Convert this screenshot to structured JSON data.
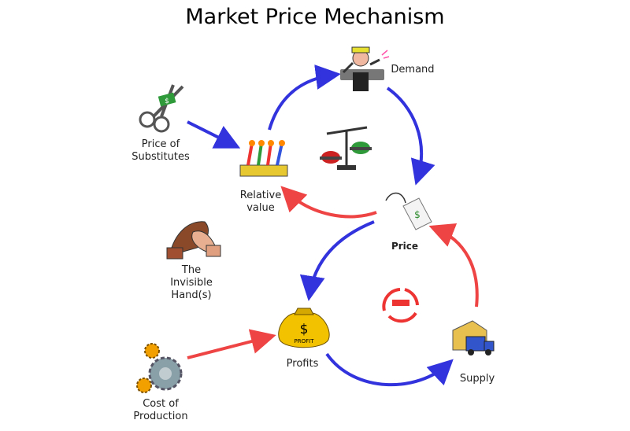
{
  "title": "Market Price Mechanism",
  "nodes": {
    "demand": "Demand",
    "price": "Price",
    "supply": "Supply",
    "profits": "Profits",
    "relative_value": "Relative\nvalue",
    "price_of_substitutes": "Price of\nSubstitutes",
    "invisible_hand": "The\nInvisible\nHand(s)",
    "cost_of_production": "Cost of\nProduction"
  },
  "icons": {
    "demand": "angry-customer-icon",
    "price": "price-tag-icon",
    "supply": "delivery-truck-icon",
    "profits": "money-bag-icon",
    "relative_value": "toolkit-icon",
    "substitutes": "scissors-icon",
    "scale": "balance-scale-icon",
    "hand": "handshake-icon",
    "cost": "gears-icon",
    "cycle": "negative-cycle-icon"
  },
  "colors": {
    "blue_arrow": "#3333dd",
    "red_arrow": "#ee4444",
    "money": "#f2c200"
  },
  "money_bag_text": "PROFIT",
  "currency_symbol": "$",
  "minus_symbol": "–"
}
